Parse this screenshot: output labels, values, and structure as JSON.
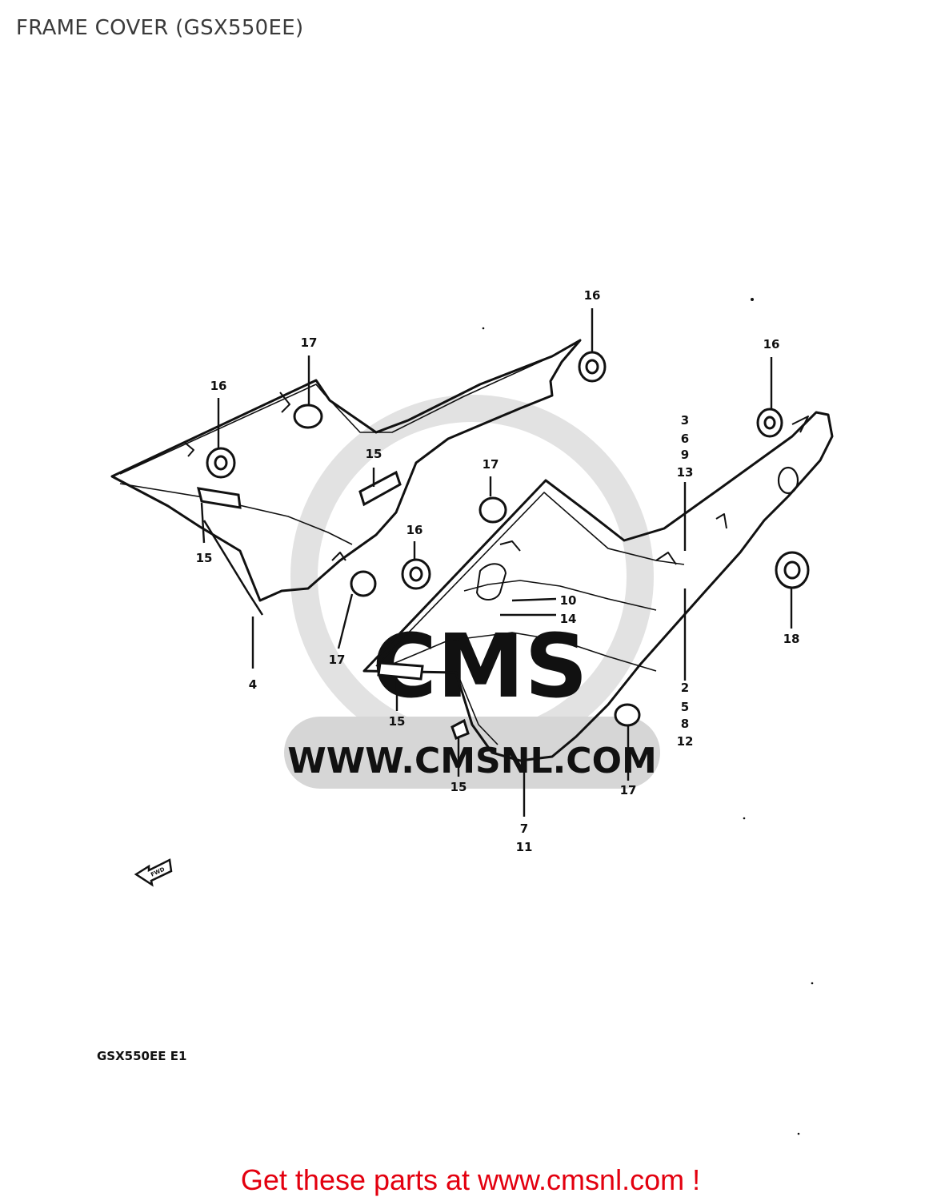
{
  "title": "FRAME COVER (GSX550EE)",
  "watermark": {
    "text": "WWW.CMSNL.COM",
    "logo_text": "CMS"
  },
  "callouts": {
    "c16_top": "16",
    "c17_top": "17",
    "c16_left": "16",
    "c15_left": "15",
    "c4": "4",
    "c15_mid": "15",
    "c17_mid": "17",
    "c16_mid": "16",
    "c17_lower": "17",
    "c16_right": "16",
    "c_group_top": [
      "3",
      "6",
      "9",
      "13"
    ],
    "c10": "10",
    "c14": "14",
    "c18": "18",
    "c_group_right": [
      "2",
      "5",
      "8",
      "12"
    ],
    "c15_lower": "15",
    "c15_bottom": "15",
    "c17_bottom": "17",
    "c_group_bottom": [
      "7",
      "11"
    ]
  },
  "model_code": "GSX550EE  E1",
  "front_arrow_label": "FWD",
  "cta_text": "Get these parts at www.cmsnl.com !",
  "colors": {
    "cta": "#e3000f",
    "title": "#3a3a3a",
    "watermark": "#d9d9d9"
  }
}
